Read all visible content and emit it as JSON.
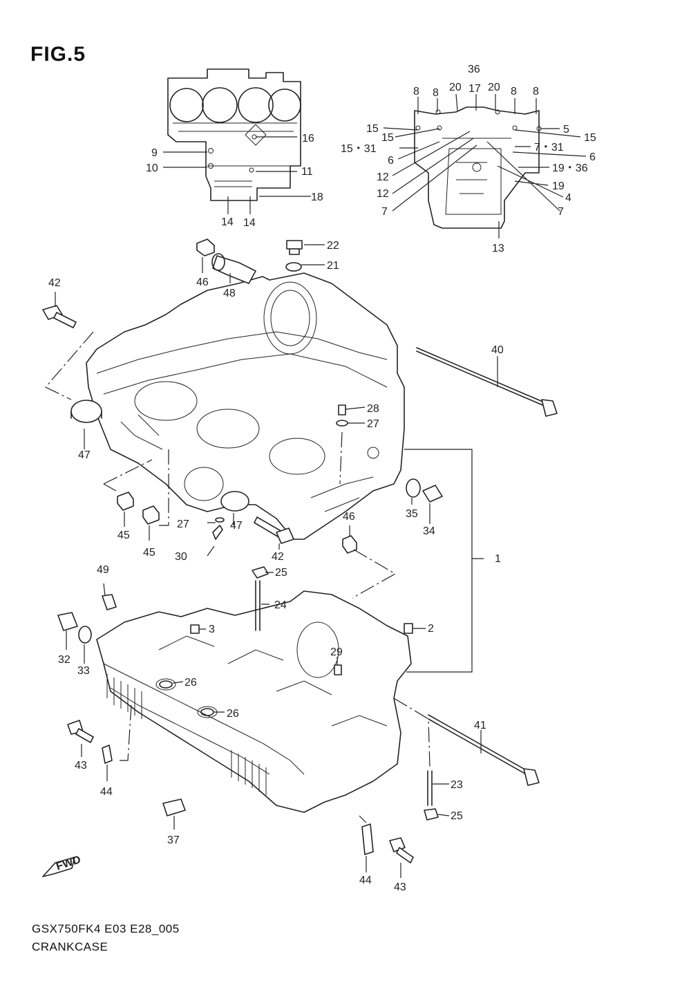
{
  "figure": {
    "title": "FIG.5",
    "code": "GSX750FK4 E03 E28_005",
    "name": "CRANKCASE"
  },
  "callouts": [
    {
      "id": "c36",
      "text": "36"
    },
    {
      "id": "c8a",
      "text": "8"
    },
    {
      "id": "c8b",
      "text": "8"
    },
    {
      "id": "c20a",
      "text": "20"
    },
    {
      "id": "c17",
      "text": "17"
    },
    {
      "id": "c20b",
      "text": "20"
    },
    {
      "id": "c8c",
      "text": "8"
    },
    {
      "id": "c8d",
      "text": "8"
    },
    {
      "id": "c15a",
      "text": "15"
    },
    {
      "id": "c5",
      "text": "5"
    },
    {
      "id": "c15b",
      "text": "15"
    },
    {
      "id": "c15c",
      "text": "15"
    },
    {
      "id": "c1531",
      "text": "15・31"
    },
    {
      "id": "c731",
      "text": "7・31"
    },
    {
      "id": "c6a",
      "text": "6"
    },
    {
      "id": "c6b",
      "text": "6"
    },
    {
      "id": "c12a",
      "text": "12"
    },
    {
      "id": "c1936",
      "text": "19・36"
    },
    {
      "id": "c12b",
      "text": "12"
    },
    {
      "id": "c19",
      "text": "19"
    },
    {
      "id": "c4",
      "text": "4"
    },
    {
      "id": "c7a",
      "text": "7"
    },
    {
      "id": "c7b",
      "text": "7"
    },
    {
      "id": "c13",
      "text": "13"
    },
    {
      "id": "c16",
      "text": "16"
    },
    {
      "id": "c9",
      "text": "9"
    },
    {
      "id": "c10",
      "text": "10"
    },
    {
      "id": "c11",
      "text": "11"
    },
    {
      "id": "c18",
      "text": "18"
    },
    {
      "id": "c14a",
      "text": "14"
    },
    {
      "id": "c14b",
      "text": "14"
    },
    {
      "id": "c22",
      "text": "22"
    },
    {
      "id": "c21",
      "text": "21"
    },
    {
      "id": "c46a",
      "text": "46"
    },
    {
      "id": "c48",
      "text": "48"
    },
    {
      "id": "c42a",
      "text": "42"
    },
    {
      "id": "c40",
      "text": "40"
    },
    {
      "id": "c28",
      "text": "28"
    },
    {
      "id": "c27a",
      "text": "27"
    },
    {
      "id": "c47a",
      "text": "47"
    },
    {
      "id": "c35",
      "text": "35"
    },
    {
      "id": "c34",
      "text": "34"
    },
    {
      "id": "c45a",
      "text": "45"
    },
    {
      "id": "c45b",
      "text": "45"
    },
    {
      "id": "c27b",
      "text": "27"
    },
    {
      "id": "c47b",
      "text": "47"
    },
    {
      "id": "c46b",
      "text": "46"
    },
    {
      "id": "c1",
      "text": "1"
    },
    {
      "id": "c30",
      "text": "30"
    },
    {
      "id": "c42b",
      "text": "42"
    },
    {
      "id": "c49",
      "text": "49"
    },
    {
      "id": "c25a",
      "text": "25"
    },
    {
      "id": "c24",
      "text": "24"
    },
    {
      "id": "c3",
      "text": "3"
    },
    {
      "id": "c2",
      "text": "2"
    },
    {
      "id": "c32",
      "text": "32"
    },
    {
      "id": "c33",
      "text": "33"
    },
    {
      "id": "c29",
      "text": "29"
    },
    {
      "id": "c26a",
      "text": "26"
    },
    {
      "id": "c26b",
      "text": "26"
    },
    {
      "id": "c41",
      "text": "41"
    },
    {
      "id": "c43a",
      "text": "43"
    },
    {
      "id": "c44a",
      "text": "44"
    },
    {
      "id": "c23",
      "text": "23"
    },
    {
      "id": "c25b",
      "text": "25"
    },
    {
      "id": "c37",
      "text": "37"
    },
    {
      "id": "c44b",
      "text": "44"
    },
    {
      "id": "c43b",
      "text": "43"
    }
  ],
  "fwd_badge": "FWD"
}
